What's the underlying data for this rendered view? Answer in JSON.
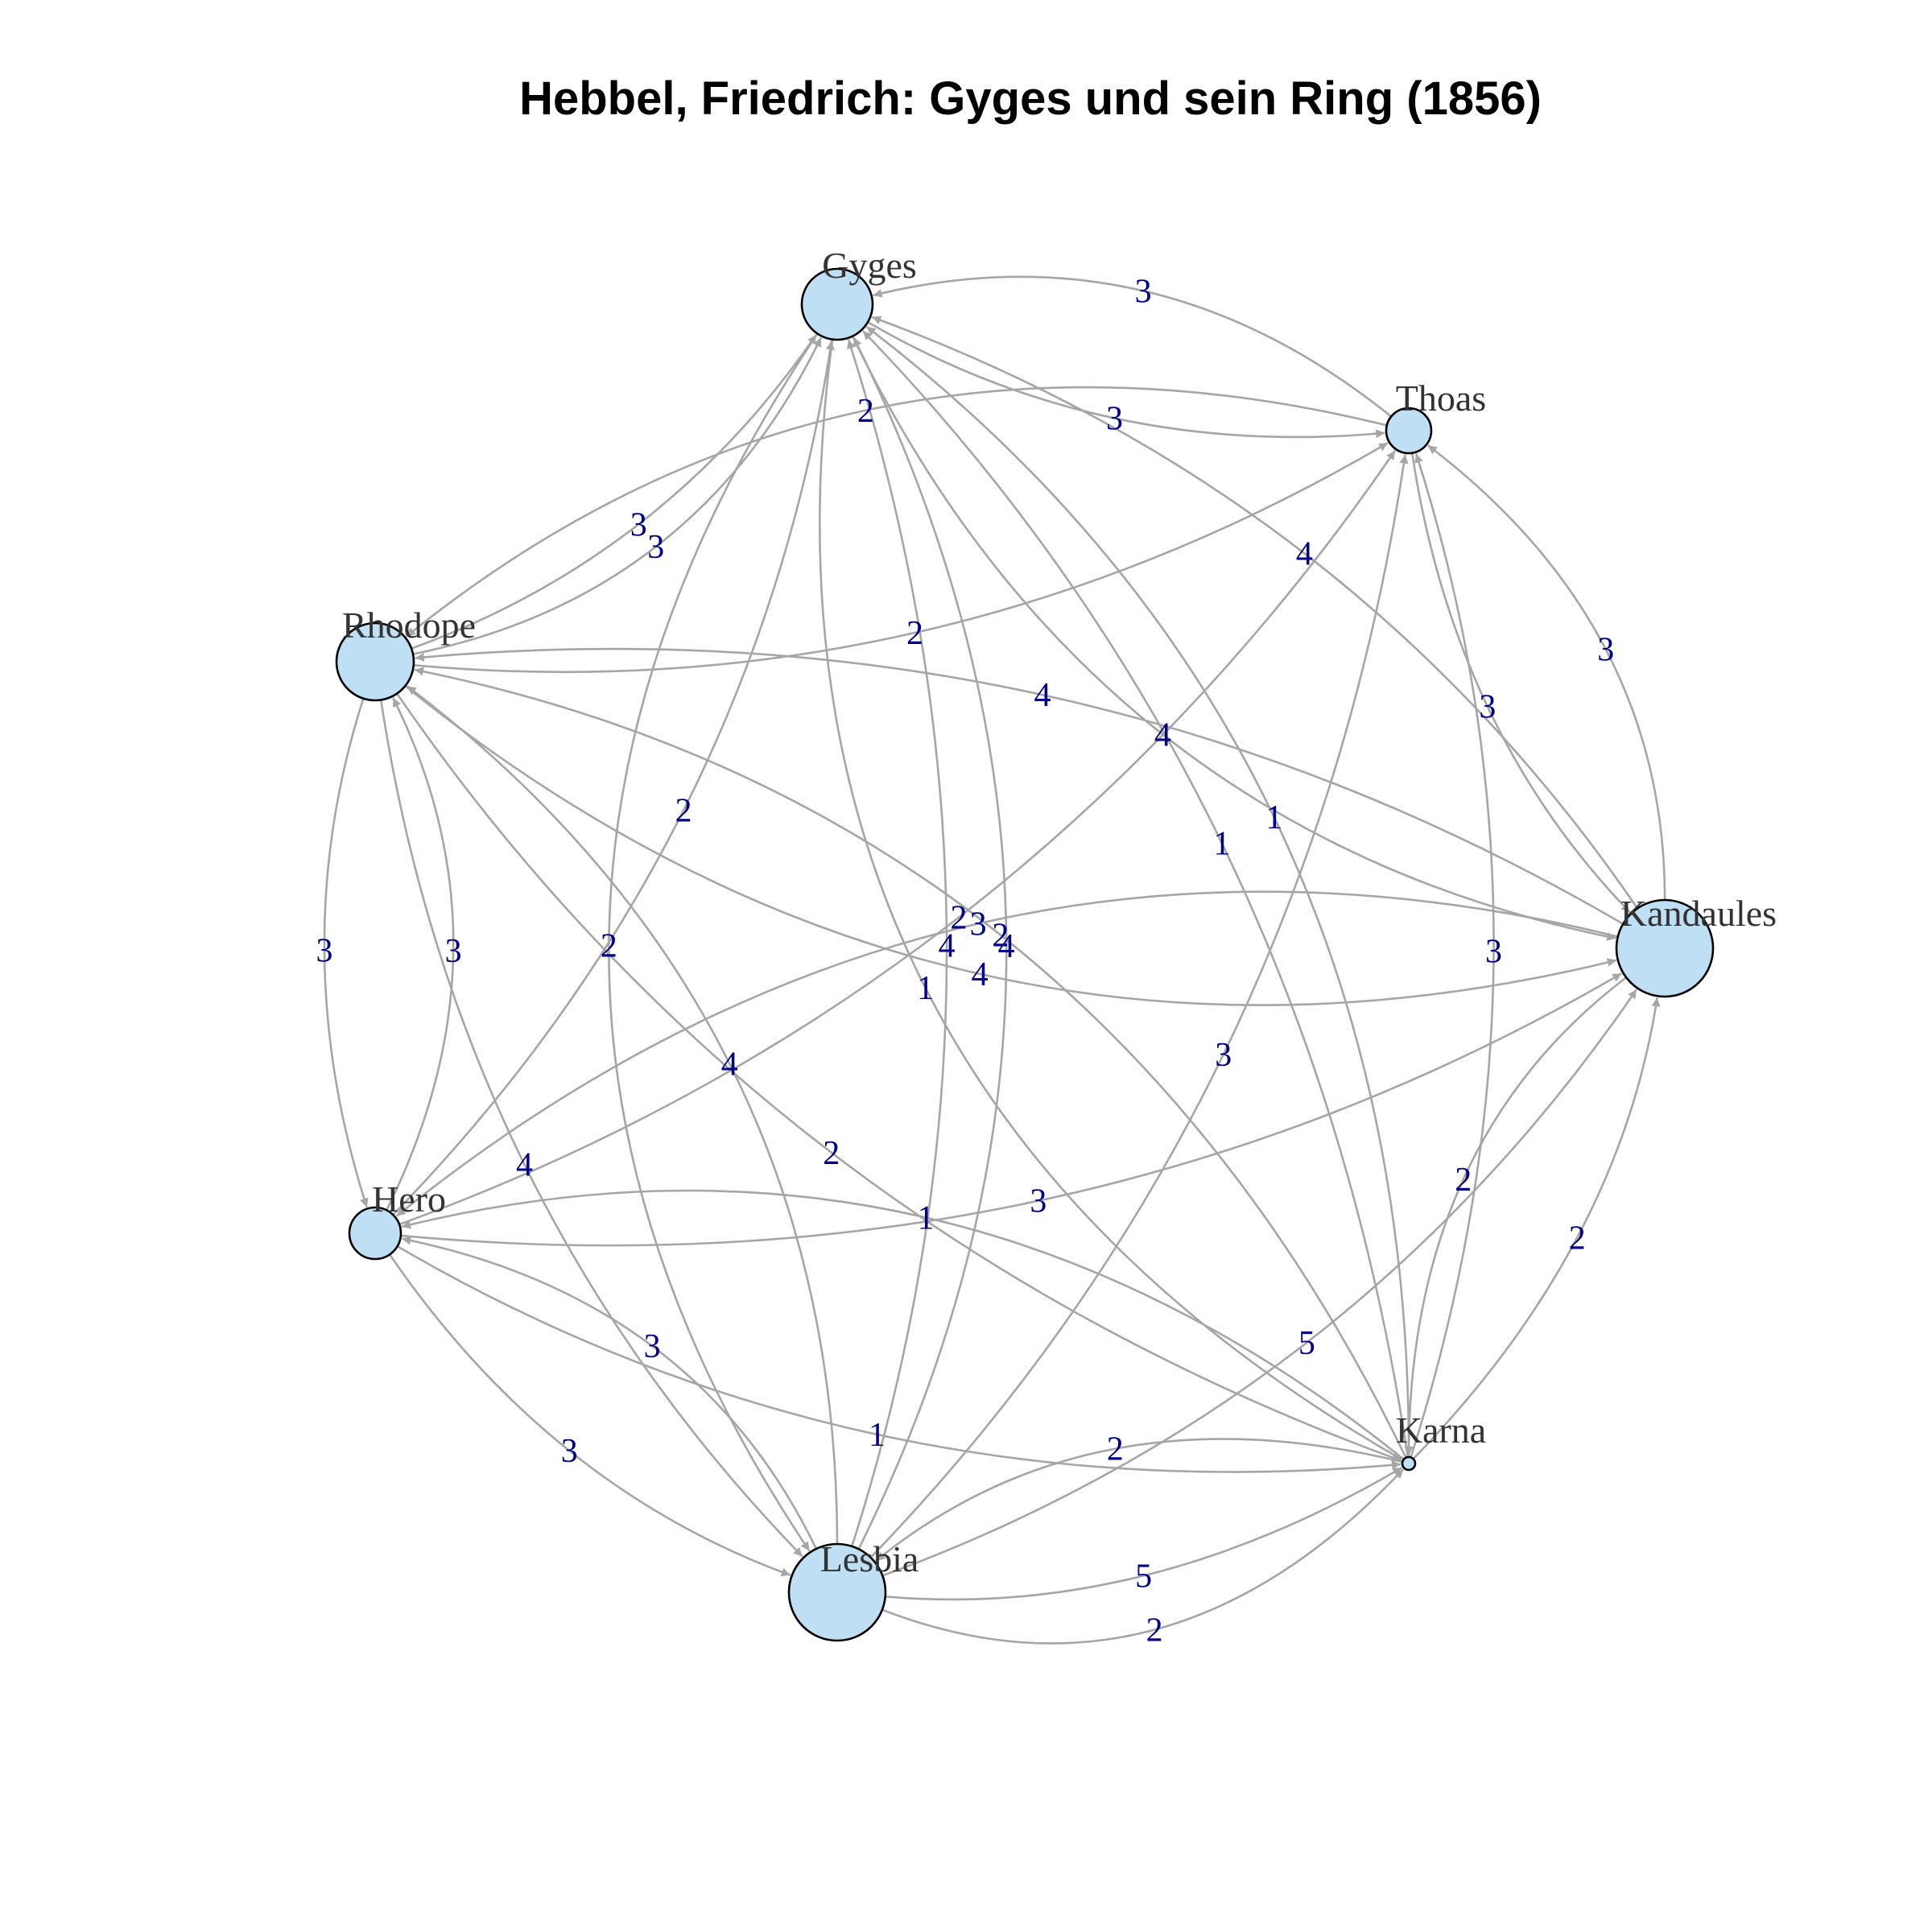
{
  "title": "Hebbel, Friedrich: Gyges und sein Ring (1856)",
  "colors": {
    "node_fill": "#bfdff5",
    "node_stroke": "#000000",
    "edge": "#a6a6a6",
    "edge_label": "#00008b",
    "node_label": "#333333"
  },
  "nodes": [
    {
      "id": "Gyges",
      "label": "Gyges",
      "size": 3
    },
    {
      "id": "Thoas",
      "label": "Thoas",
      "size": 2
    },
    {
      "id": "Kandaules",
      "label": "Kandaules",
      "size": 5
    },
    {
      "id": "Karna",
      "label": "Karna",
      "size": 1
    },
    {
      "id": "Lesbia",
      "label": "Lesbia",
      "size": 5
    },
    {
      "id": "Hero",
      "label": "Hero",
      "size": 2
    },
    {
      "id": "Rhodope",
      "label": "Rhodope",
      "size": 4
    }
  ],
  "edges": [
    {
      "from": "Gyges",
      "to": "Thoas",
      "weight": "3"
    },
    {
      "from": "Thoas",
      "to": "Gyges",
      "weight": "3"
    },
    {
      "from": "Rhodope",
      "to": "Thoas",
      "weight": "2"
    },
    {
      "from": "Rhodope",
      "to": "Gyges",
      "weight": "3"
    },
    {
      "from": "Rhodope",
      "to": "Gyges",
      "weight": "3"
    },
    {
      "from": "Hero",
      "to": "Gyges",
      "weight": "2"
    },
    {
      "from": "Lesbia",
      "to": "Gyges",
      "weight": "4"
    },
    {
      "from": "Lesbia",
      "to": "Gyges",
      "weight": "4"
    },
    {
      "from": "Karna",
      "to": "Gyges",
      "weight": "1"
    },
    {
      "from": "Kandaules",
      "to": "Gyges",
      "weight": "4"
    },
    {
      "from": "Karna",
      "to": "Gyges",
      "weight": "1"
    },
    {
      "from": "Gyges",
      "to": "Kandaules",
      "weight": "4"
    },
    {
      "from": "Gyges",
      "to": "Lesbia",
      "weight": "2"
    },
    {
      "from": "Gyges",
      "to": "Karna",
      "weight": "1"
    },
    {
      "from": "Thoas",
      "to": "Rhodope",
      "weight": "2"
    },
    {
      "from": "Thoas",
      "to": "Kandaules",
      "weight": "3"
    },
    {
      "from": "Kandaules",
      "to": "Thoas",
      "weight": "3"
    },
    {
      "from": "Hero",
      "to": "Thoas",
      "weight": "2"
    },
    {
      "from": "Lesbia",
      "to": "Thoas",
      "weight": "3"
    },
    {
      "from": "Karna",
      "to": "Thoas",
      "weight": "3"
    },
    {
      "from": "Kandaules",
      "to": "Rhodope",
      "weight": "4"
    },
    {
      "from": "Rhodope",
      "to": "Kandaules",
      "weight": "4"
    },
    {
      "from": "Hero",
      "to": "Kandaules",
      "weight": "3"
    },
    {
      "from": "Kandaules",
      "to": "Hero",
      "weight": "3"
    },
    {
      "from": "Lesbia",
      "to": "Kandaules",
      "weight": "5"
    },
    {
      "from": "Karna",
      "to": "Kandaules",
      "weight": "2"
    },
    {
      "from": "Kandaules",
      "to": "Karna",
      "weight": "2"
    },
    {
      "from": "Rhodope",
      "to": "Hero",
      "weight": "3"
    },
    {
      "from": "Hero",
      "to": "Rhodope",
      "weight": "3"
    },
    {
      "from": "Rhodope",
      "to": "Lesbia",
      "weight": "4"
    },
    {
      "from": "Lesbia",
      "to": "Rhodope",
      "weight": "4"
    },
    {
      "from": "Rhodope",
      "to": "Karna",
      "weight": "2"
    },
    {
      "from": "Karna",
      "to": "Rhodope",
      "weight": "2"
    },
    {
      "from": "Hero",
      "to": "Lesbia",
      "weight": "3"
    },
    {
      "from": "Lesbia",
      "to": "Hero",
      "weight": "3"
    },
    {
      "from": "Hero",
      "to": "Karna",
      "weight": "1"
    },
    {
      "from": "Karna",
      "to": "Hero",
      "weight": "1"
    },
    {
      "from": "Lesbia",
      "to": "Karna",
      "weight": "5"
    },
    {
      "from": "Karna",
      "to": "Lesbia",
      "weight": "2"
    },
    {
      "from": "Lesbia",
      "to": "Karna",
      "weight": "2"
    }
  ]
}
